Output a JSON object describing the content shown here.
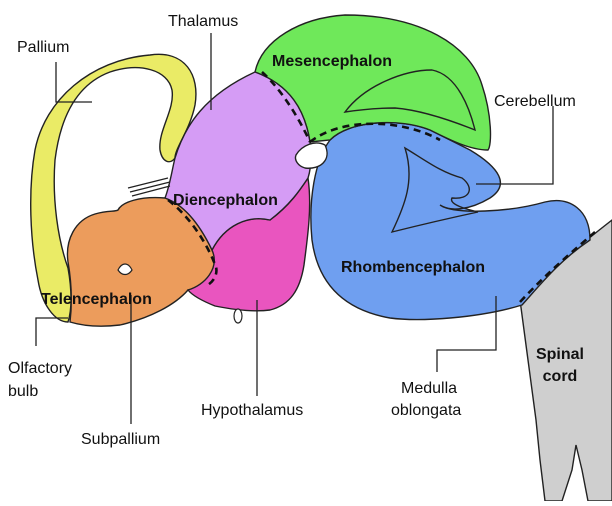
{
  "regions": {
    "mesencephalon": "Mesencephalon",
    "diencephalon": "Diencephalon",
    "rhombencephalon": "Rhombencephalon",
    "telencephalon": "Telencephalon",
    "spinal_cord_line1": "Spinal",
    "spinal_cord_line2": "cord"
  },
  "callouts": {
    "thalamus": "Thalamus",
    "pallium": "Pallium",
    "cerebellum": "Cerebellum",
    "olfactory_bulb_line1": "Olfactory",
    "olfactory_bulb_line2": "bulb",
    "subpallium": "Subpallium",
    "hypothalamus": "Hypothalamus",
    "medulla_line1": "Medulla",
    "medulla_line2": "oblongata"
  },
  "colors": {
    "pallium": "#eaeb66",
    "subpallium": "#ec9c5c",
    "thalamus": "#d59cf5",
    "hypothalamus": "#e955bf",
    "mesencephalon": "#6fe85a",
    "rhombencephalon": "#6f9ff0",
    "spinal_cord": "#cfcfcf"
  }
}
